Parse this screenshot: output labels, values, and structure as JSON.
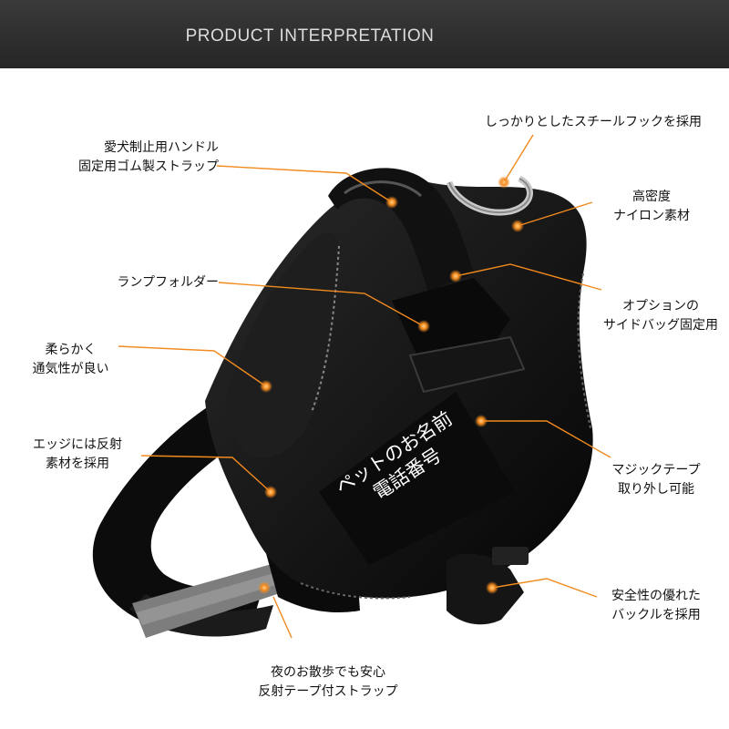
{
  "header": {
    "title": "PRODUCT INTERPRETATION"
  },
  "colors": {
    "accent": "#f28a1e",
    "header_bg": "#2e2e2e",
    "harness": "#0f0f0f",
    "reflective": "#8a8a8a"
  },
  "patch": {
    "line1": "ペットのお名前",
    "line2": "電話番号"
  },
  "callouts": {
    "handle": {
      "line1": "愛犬制止用ハンドル",
      "line2": "固定用ゴム製ストラップ"
    },
    "lamp": {
      "line1": "ランプフォルダー"
    },
    "breathable": {
      "line1": "柔らかく",
      "line2": "通気性が良い"
    },
    "reflective_edge": {
      "line1": "エッジには反射",
      "line2": "素材を採用"
    },
    "night_walk": {
      "line1": "夜のお散歩でも安心",
      "line2": "反射テープ付ストラップ"
    },
    "steel_hook": {
      "line1": "しっかりとしたスチールフックを採用"
    },
    "nylon": {
      "line1": "高密度",
      "line2": "ナイロン素材"
    },
    "side_bag": {
      "line1": "オプションの",
      "line2": "サイドバッグ固定用"
    },
    "velcro": {
      "line1": "マジックテープ",
      "line2": "取り外し可能"
    },
    "buckle": {
      "line1": "安全性の優れた",
      "line2": "バックルを採用"
    }
  }
}
